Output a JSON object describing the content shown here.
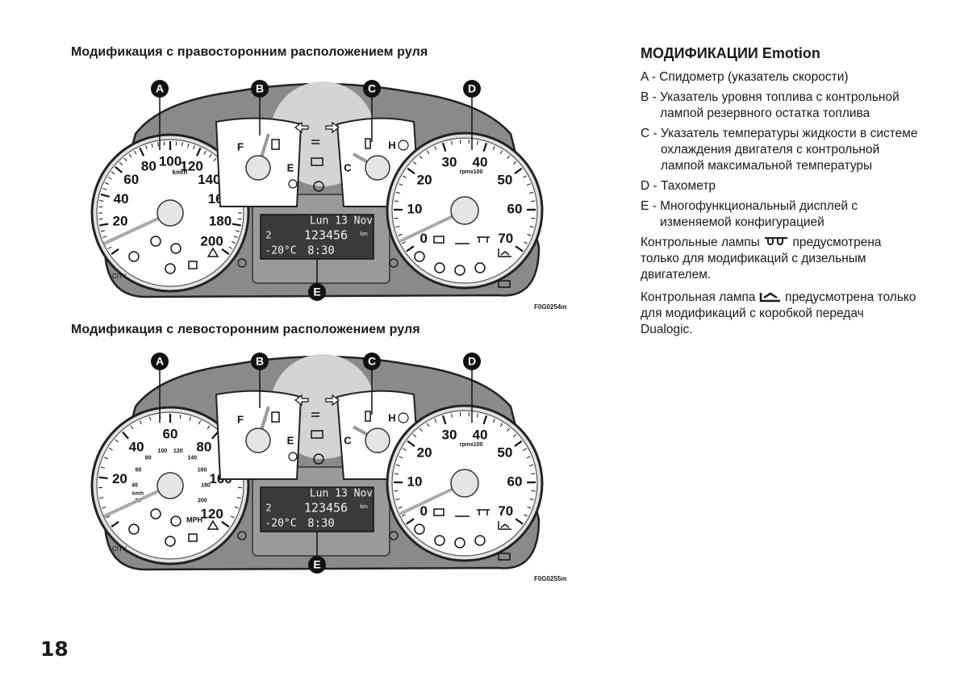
{
  "figures": [
    {
      "title": "Модификация с правосторонним расположением руля",
      "code": "F0G0254m",
      "callouts": [
        "A",
        "B",
        "C",
        "D",
        "E"
      ],
      "speedo": {
        "unit": "km/h",
        "major": [
          "20",
          "40",
          "60",
          "80",
          "100",
          "120",
          "140",
          "160",
          "180",
          "200"
        ],
        "minor": []
      },
      "tacho": {
        "unit": "rpmx100",
        "labels": [
          "0",
          "10",
          "20",
          "30",
          "40",
          "50",
          "60",
          "70"
        ]
      },
      "fuel": {
        "full": "F",
        "empty": "E"
      },
      "temp": {
        "cold": "C",
        "hot": "H"
      },
      "city": "CITY",
      "display": {
        "line1": "Lun 13 Nov",
        "odo": "123456",
        "odo_unit": "km",
        "outside": "-20°C",
        "time": "8:30",
        "lights": "2"
      }
    },
    {
      "title": "Модификация с левосторонним расположением руля",
      "code": "F0G0255m",
      "callouts": [
        "A",
        "B",
        "C",
        "D",
        "E"
      ],
      "speedo": {
        "unit": "MPH",
        "major": [
          "20",
          "40",
          "60",
          "80",
          "100",
          "120"
        ],
        "minor": [
          "20",
          "40",
          "60",
          "80",
          "100",
          "120",
          "140",
          "160",
          "180",
          "200"
        ],
        "minor_unit": "km/h"
      },
      "tacho": {
        "unit": "rpmx100",
        "labels": [
          "0",
          "10",
          "20",
          "30",
          "40",
          "50",
          "60",
          "70"
        ]
      },
      "fuel": {
        "full": "F",
        "empty": "E"
      },
      "temp": {
        "cold": "C",
        "hot": "H"
      },
      "city": "CITY",
      "display": {
        "line1": "Lun 13 Nov",
        "odo": "123456",
        "odo_unit": "km",
        "outside": "-20°C",
        "time": "8:30",
        "lights": "2"
      }
    }
  ],
  "right": {
    "heading": "МОДИФИКАЦИИ Emotion",
    "items": [
      {
        "letter": "A - ",
        "desc": "Спидометр (указатель скорости)"
      },
      {
        "letter": "B - ",
        "desc": "Указатель уровня топлива с кон­трольной лампой резервного ос­татка топлива"
      },
      {
        "letter": "C - ",
        "desc": "Указатель температуры жидкости в системе охлаждения двигателя с контрольной лампой максималь­ной температуры"
      },
      {
        "letter": "D - ",
        "desc": "Тахометр"
      },
      {
        "letter": "E - ",
        "desc": "Многофункциональный дисплей с изменяемой конфигурацией"
      }
    ],
    "note1_before": "Контрольные лампы",
    "note1_after": "предусмот­рена только для модификаций с ди­зельным двигателем.",
    "note2_before": "Контрольная лампа",
    "note2_after": "предусмотре­на только для модификаций с короб­кой передач Dualogic."
  },
  "page_number": "18"
}
